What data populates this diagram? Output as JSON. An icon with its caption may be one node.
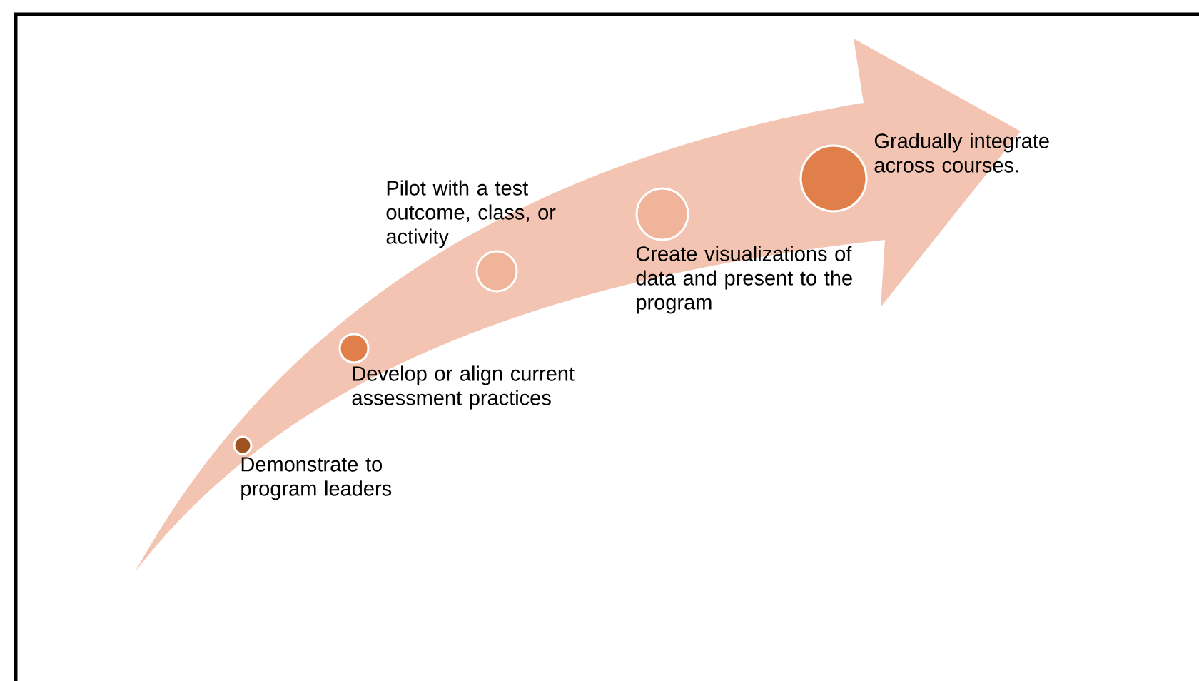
{
  "diagram": {
    "nodes": [
      {
        "text": [],
        "shape": "circle",
        "beside": [
          "Demonstrate to program leaders"
        ]
      },
      {
        "text": [],
        "shape": "circle",
        "beside": [
          "Develop or align current assessment practices"
        ]
      },
      {
        "text": [],
        "shape": "circle",
        "beside": [
          "Pilot with a test outcome, class, or activity"
        ]
      },
      {
        "text": [],
        "shape": "circle",
        "beside": [
          "Create visualizations of data and present to the program"
        ]
      },
      {
        "text": [],
        "shape": "circle",
        "beside": [
          "Gradually integrate across courses."
        ]
      }
    ]
  }
}
